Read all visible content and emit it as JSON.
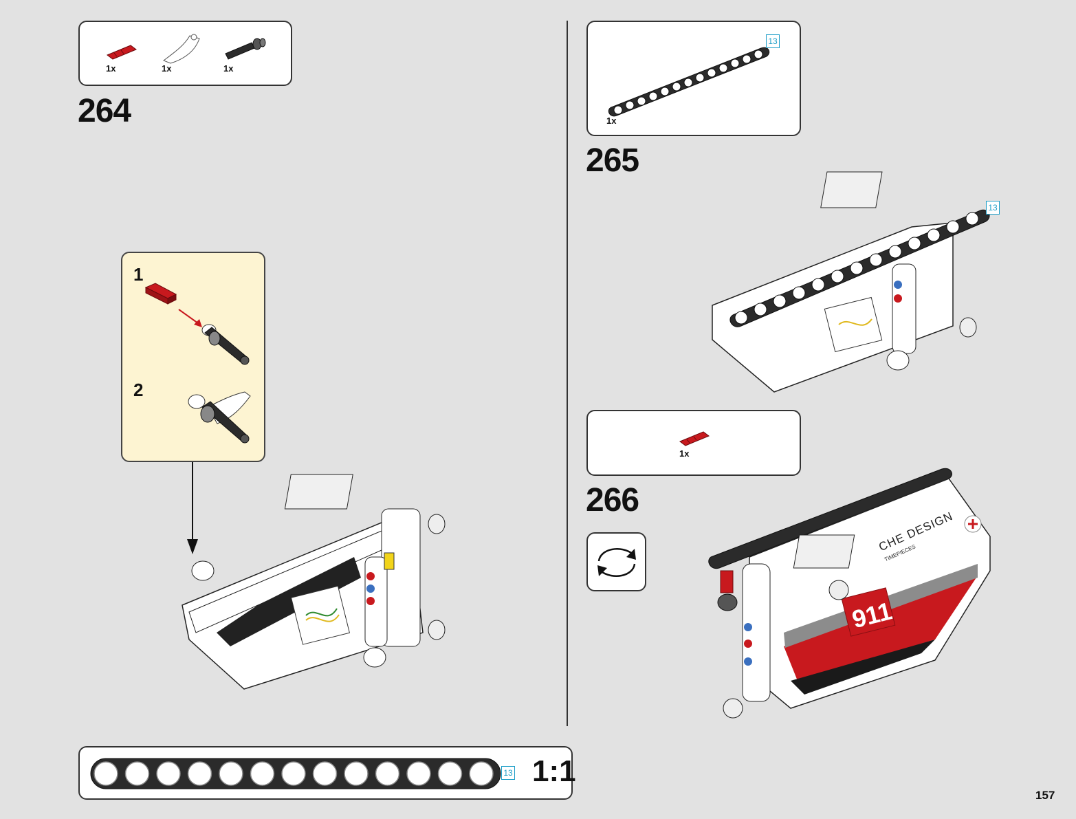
{
  "page_number": "157",
  "step_264": {
    "number": "264",
    "parts": [
      {
        "qty": "1x",
        "icon": "red-axle-connector-icon"
      },
      {
        "qty": "1x",
        "icon": "white-panel-icon"
      },
      {
        "qty": "1x",
        "icon": "black-pin-axle-icon"
      }
    ],
    "substeps": [
      {
        "number": "1"
      },
      {
        "number": "2"
      }
    ]
  },
  "step_265": {
    "number": "265",
    "parts": [
      {
        "qty": "1x",
        "icon": "black-beam-13-icon",
        "length": "13"
      }
    ],
    "beam_callout_length": "13"
  },
  "step_266": {
    "number": "266",
    "parts": [
      {
        "qty": "1x",
        "icon": "red-axle-connector-icon"
      }
    ],
    "sticker_text": "911",
    "design_text": "CHE DESIGN",
    "design_subtext": "TIMEPIECES"
  },
  "scale_ruler": {
    "length": "13",
    "scale": "1:1",
    "holes": 13
  },
  "colors": {
    "background": "#e2e2e2",
    "callout": "#fdf4d2",
    "accent_blue": "#1d9ec8",
    "part_red": "#c8191e"
  }
}
